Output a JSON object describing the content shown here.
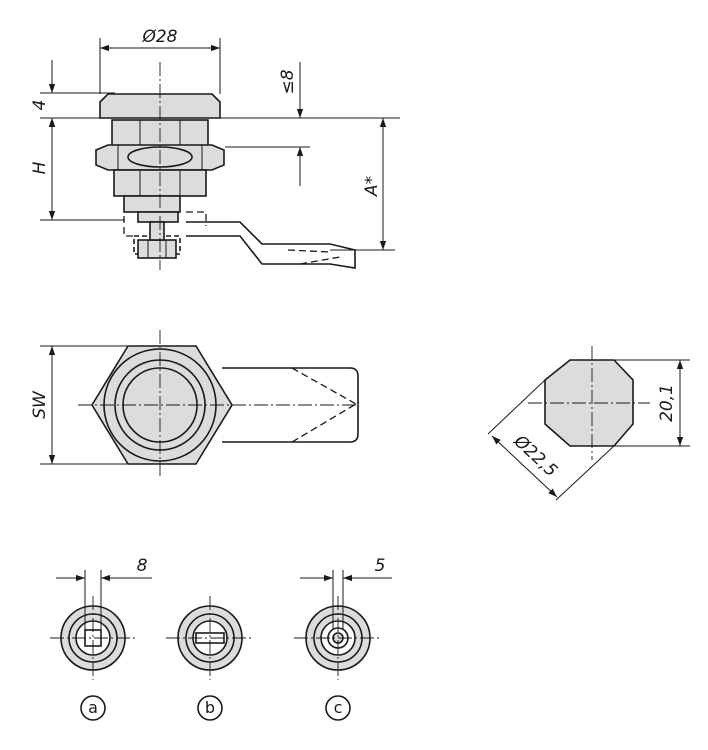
{
  "drawing": {
    "side_view": {
      "dim_diameter": "Ø28",
      "dim_cap_height": "4",
      "dim_max_thickness": "≤8",
      "dim_height": "H",
      "dim_offset": "A*"
    },
    "front_view": {
      "dim_wrench_size": "SW"
    },
    "cutout_view": {
      "dim_diameter": "Ø22,5",
      "dim_flat": "20,1"
    },
    "variants": {
      "dim_a": "8",
      "dim_c": "5",
      "labels": [
        "a",
        "b",
        "c"
      ]
    }
  }
}
